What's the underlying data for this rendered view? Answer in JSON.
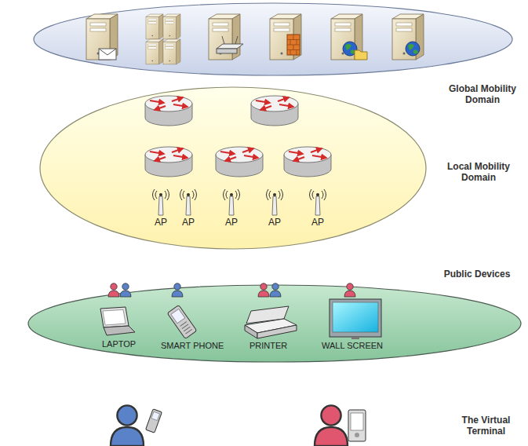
{
  "diagram": {
    "nodes": [
      {
        "text": [
          "Global Mobility Domain"
        ]
      },
      {
        "text": [
          "Local Mobility Domain"
        ]
      },
      {
        "text": [
          "Public Devices"
        ]
      }
    ],
    "labels": [
      "AP",
      "AP",
      "AP",
      "AP",
      "AP",
      "LAPTOP",
      "SMART PHONE",
      "PRINTER",
      "WALL SCREEN",
      "The Virtual Terminal"
    ]
  }
}
